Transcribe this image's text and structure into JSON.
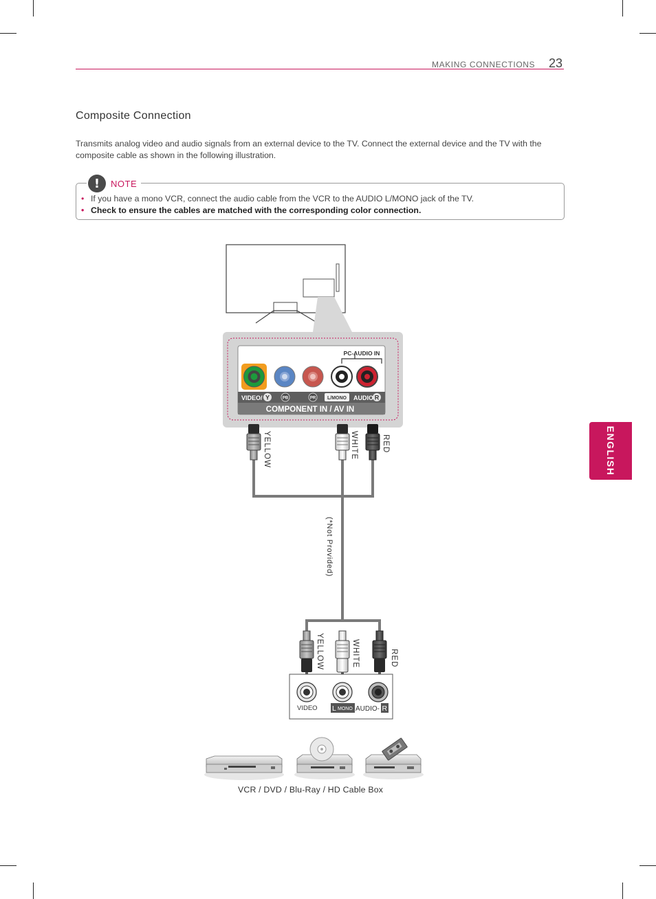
{
  "header": {
    "section": "MAKING CONNECTIONS",
    "page_number": "23"
  },
  "section_title": "Composite Connection",
  "intro": "Transmits analog video and audio signals from an external device to the TV. Connect the external device and the TV with the composite cable as shown in the following illustration.",
  "note": {
    "label": "NOTE",
    "icon": "exclamation-icon",
    "items": [
      "If you have a mono VCR, connect the audio cable from the VCR to the AUDIO L/MONO jack of the TV.",
      "Check to ensure the cables are matched with the corresponding color connection."
    ]
  },
  "side_tab": "ENGLISH",
  "tv_panel": {
    "pc_audio_in": "PC-AUDIO IN",
    "video_label": "VIDEO/",
    "y_label": "Y",
    "pb_label": "PB",
    "pr_label": "PR",
    "l_mono": "L/MONO",
    "audio_label": "AUDIO",
    "r_label": "R",
    "bar_label": "COMPONENT IN / AV IN"
  },
  "cable_labels": {
    "yellow": "YELLOW",
    "white": "WHITE",
    "red": "RED",
    "not_provided": "(*Not Provided)"
  },
  "device_panel": {
    "video": "VIDEO",
    "l": "L",
    "mono": "MONO",
    "audio": "AUDIO-",
    "r": "R"
  },
  "caption": "VCR / DVD / Blu-Ray / HD Cable Box",
  "colors": {
    "accent": "#c8175d",
    "jack_green": "#1d9a3c",
    "jack_blue": "#5a86c4",
    "jack_red": "#cc2230",
    "highlight_orange": "#f29d1f"
  }
}
